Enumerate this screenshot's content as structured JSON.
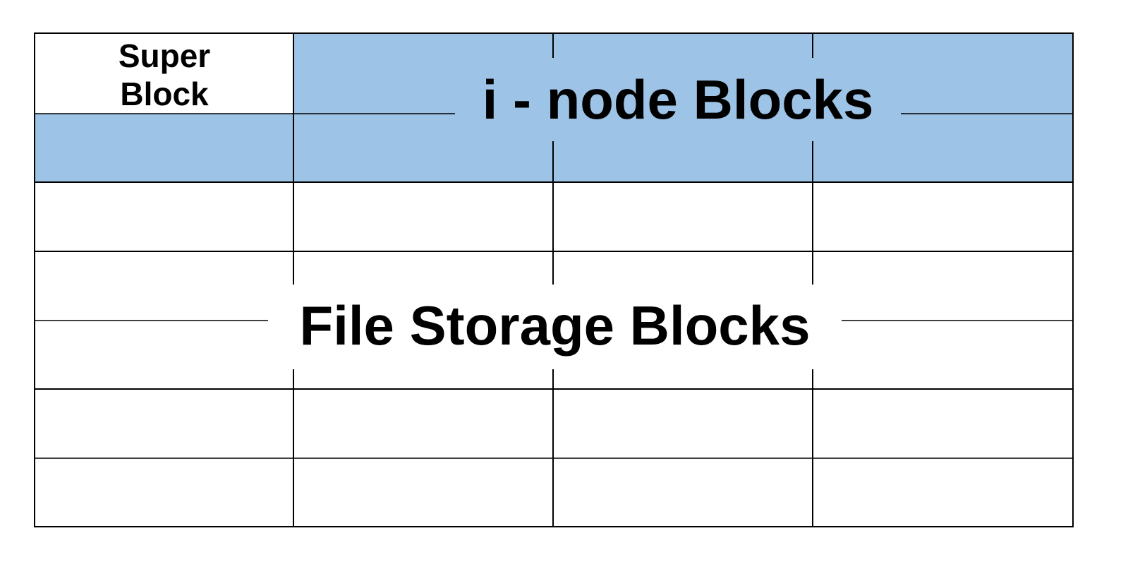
{
  "diagram": {
    "super_block": {
      "line1": "Super",
      "line2": "Block"
    },
    "inode_region": {
      "label": "i - node Blocks"
    },
    "file_storage_region": {
      "label": "File Storage Blocks"
    },
    "grid": {
      "columns": 4,
      "rows": 7
    },
    "colors": {
      "inode_fill": "#9dc3e6",
      "line": "#000000",
      "background": "#ffffff"
    }
  }
}
